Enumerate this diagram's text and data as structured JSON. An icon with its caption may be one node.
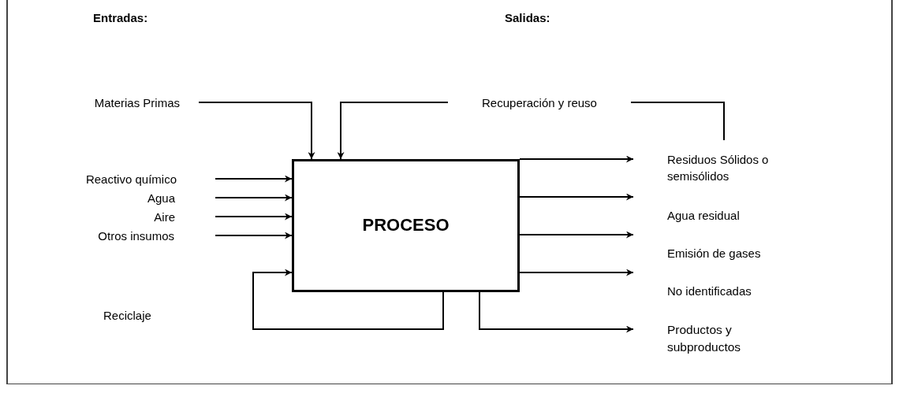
{
  "diagram": {
    "nodes": [
      {
        "text": [
          "Materias Primas"
        ]
      },
      {
        "text": [
          "Recuperación y reuso"
        ]
      },
      {
        "text": [
          "Reactivo químico"
        ]
      },
      {
        "text": [
          "Agua"
        ]
      },
      {
        "text": [
          "Aire"
        ]
      },
      {
        "text": [
          "Otros insumos"
        ]
      },
      {
        "text": [
          "PROCESO"
        ]
      },
      {
        "text": [
          "Residuos Sólidos o semisólidos"
        ]
      },
      {
        "text": [
          "Agua residual"
        ]
      },
      {
        "text": [
          "Emisión de gases"
        ]
      },
      {
        "text": [
          "No identificadas"
        ]
      },
      {
        "text": [
          "Productos y subproductos"
        ]
      }
    ],
    "edges": [
      {
        "from": 0,
        "to": 6,
        "arrow": "to"
      },
      {
        "from": 1,
        "to": 6,
        "arrow": "to"
      },
      {
        "from": 7,
        "to": 1,
        "arrow": "none"
      },
      {
        "from": 2,
        "to": 6,
        "arrow": "to"
      },
      {
        "from": 3,
        "to": 6,
        "arrow": "to"
      },
      {
        "from": 4,
        "to": 6,
        "arrow": "to"
      },
      {
        "from": 5,
        "to": 6,
        "arrow": "to"
      },
      {
        "from": 6,
        "to": 6,
        "arrow": "to"
      },
      {
        "from": 6,
        "to": 7,
        "arrow": "to"
      },
      {
        "from": 6,
        "to": 8,
        "arrow": "to"
      },
      {
        "from": 6,
        "to": 9,
        "arrow": "to"
      },
      {
        "from": 6,
        "to": 10,
        "arrow": "to"
      },
      {
        "from": 6,
        "to": 11,
        "arrow": "to"
      }
    ],
    "labels": [
      "Entradas:",
      "Salidas:",
      "Reciclaje"
    ]
  }
}
